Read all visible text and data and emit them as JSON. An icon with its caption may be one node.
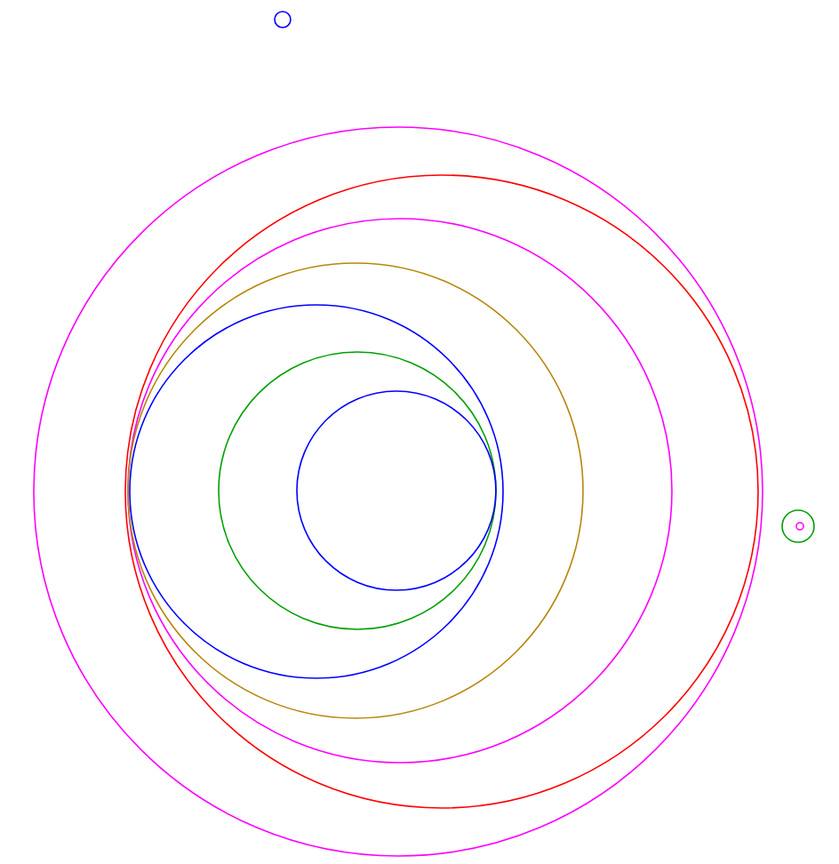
{
  "diagram": {
    "nodes": [
      {
        "text": [],
        "shape": "circle"
      },
      {
        "text": [],
        "shape": "circle"
      },
      {
        "text": [],
        "shape": "circle",
        "in": 1
      },
      {
        "text": [],
        "shape": "circle",
        "in": 2
      },
      {
        "text": [],
        "shape": "circle",
        "in": 3
      },
      {
        "text": [],
        "shape": "circle",
        "in": 4
      },
      {
        "text": [],
        "shape": "circle",
        "in": 5
      },
      {
        "text": [],
        "shape": "circle",
        "in": 6
      },
      {
        "text": [],
        "shape": "circle"
      },
      {
        "text": [],
        "shape": "circle",
        "in": 8
      }
    ]
  }
}
